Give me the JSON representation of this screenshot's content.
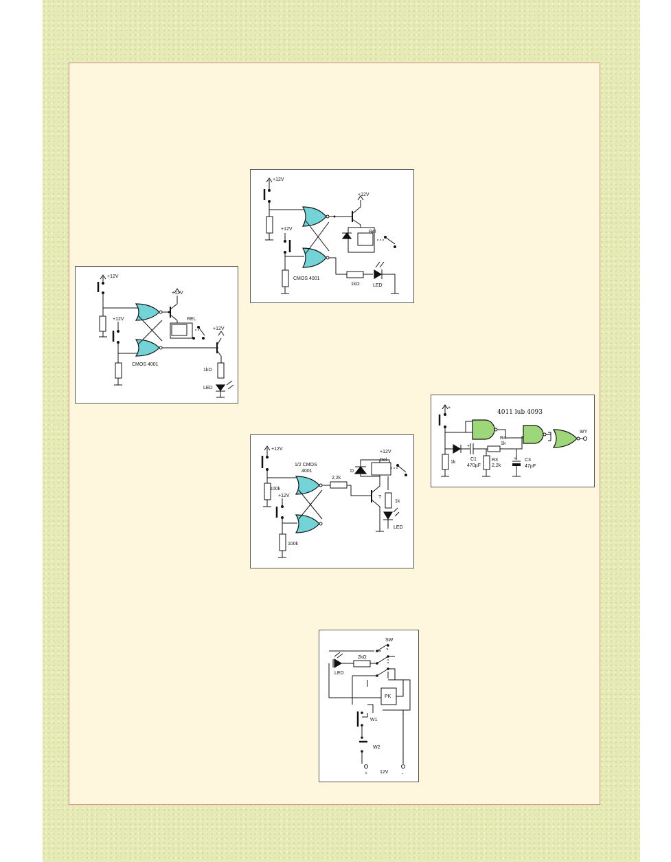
{
  "diagram1": {
    "supply_top": "+12V",
    "supply_button2": "+12V",
    "supply_transistor": "+12V",
    "supply_transistor2": "+12V",
    "relay_label": "REL",
    "ic_label": "CMOS 4001",
    "resistor_label": "1kΩ",
    "led_label": "LED"
  },
  "diagram2": {
    "supply_top": "+12V",
    "supply_button2": "+12V",
    "supply_transistor": "+12V",
    "relay_label": "Rel",
    "ic_label": "CMOS 4001",
    "resistor_label": "1kΩ",
    "led_label": "LED"
  },
  "diagram3": {
    "supply_top": "+12V",
    "supply_button2": "+12V",
    "supply_relay": "+12V",
    "ic_label_1": "1/2 CMOS",
    "ic_label_2": "4001",
    "r_top": "100k",
    "r_bottom": "100k",
    "r_base": "2,2k",
    "diode_label": "D",
    "relay_label": "Rel",
    "transistor_label": "T",
    "r_led": "1k",
    "led_label": "LED"
  },
  "diagram4": {
    "title": "4011 lub 4093",
    "supply": "+",
    "output": "WY",
    "r1": "1k",
    "c1_name": "C1",
    "c1_value": "470µF",
    "r4_name": "R4",
    "r4_value": "1k",
    "r3_name": "R3",
    "r3_value": "2,2k",
    "c3_name": "C3",
    "c3_value": "47µF",
    "plus1": "+",
    "plus2": "+"
  },
  "diagram5": {
    "switch_label": "SW",
    "resistor_label": "2kΩ",
    "led_label": "LED",
    "relay_label": "PK",
    "button1": "W1",
    "button2": "W2",
    "voltage": "12V",
    "plus": "+",
    "minus": "-"
  }
}
